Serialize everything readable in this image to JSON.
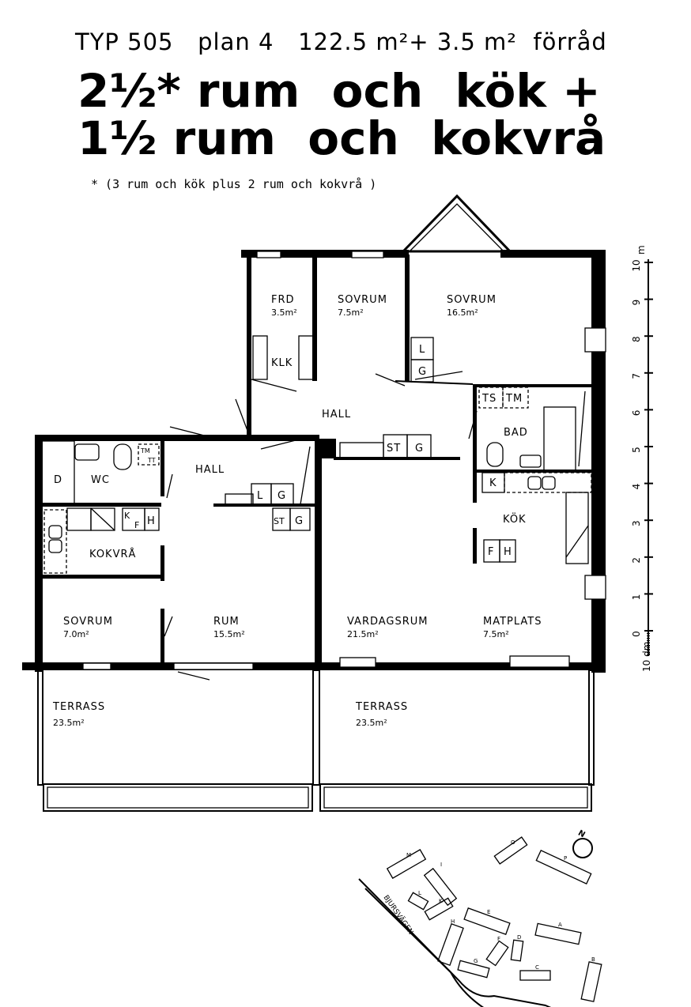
{
  "header": {
    "line1": "TYP 505   plan 4   122.5 m²+ 3.5 m²  förråd",
    "line2": "2½* rum  och  kök +",
    "line3": "1½ rum  och  kokvrå",
    "footnote": "* (3 rum och kök plus 2 rum och kokvrå )"
  },
  "rooms": {
    "frd": {
      "name": "FRD",
      "area": "3.5m²"
    },
    "sovrum_small": {
      "name": "SOVRUM",
      "area": "7.5m²"
    },
    "sovrum_large": {
      "name": "SOVRUM",
      "area": "16.5m²"
    },
    "klk": "KLK",
    "hall_upper": "HALL",
    "bad": "BAD",
    "kok": "KÖK",
    "d": "D",
    "wc": "WC",
    "hall_left": "HALL",
    "kokvra": "KOKVRÅ",
    "sovrum_left": {
      "name": "SOVRUM",
      "area": "7.0m²"
    },
    "rum": {
      "name": "RUM",
      "area": "15.5m²"
    },
    "vardagsrum": {
      "name": "VARDAGSRUM",
      "area": "21.5m²"
    },
    "matplats": {
      "name": "MATPLATS",
      "area": "7.5m²"
    },
    "terrass_left": {
      "name": "TERRASS",
      "area": "23.5m²"
    },
    "terrass_right": {
      "name": "TERRASS",
      "area": "23.5m²"
    }
  },
  "fixtures": {
    "l": "L",
    "g": "G",
    "st": "ST",
    "ts": "TS",
    "tm": "TM",
    "k": "K",
    "f": "F",
    "h": "H",
    "tm2": "TM",
    "tt": "TT",
    "kf_k": "K",
    "kf_f": "F"
  },
  "scale": {
    "ticks": [
      "0",
      "1",
      "2",
      "3",
      "4",
      "5",
      "6",
      "7",
      "8",
      "9",
      "10"
    ],
    "unit": "m",
    "sub_label": "10 dm"
  },
  "site_map": {
    "road": "BJURSVÄGEN",
    "north": "N",
    "buildings": [
      "A",
      "B",
      "C",
      "D",
      "E",
      "F",
      "G",
      "H",
      "I",
      "K",
      "L",
      "M",
      "O",
      "P"
    ]
  }
}
